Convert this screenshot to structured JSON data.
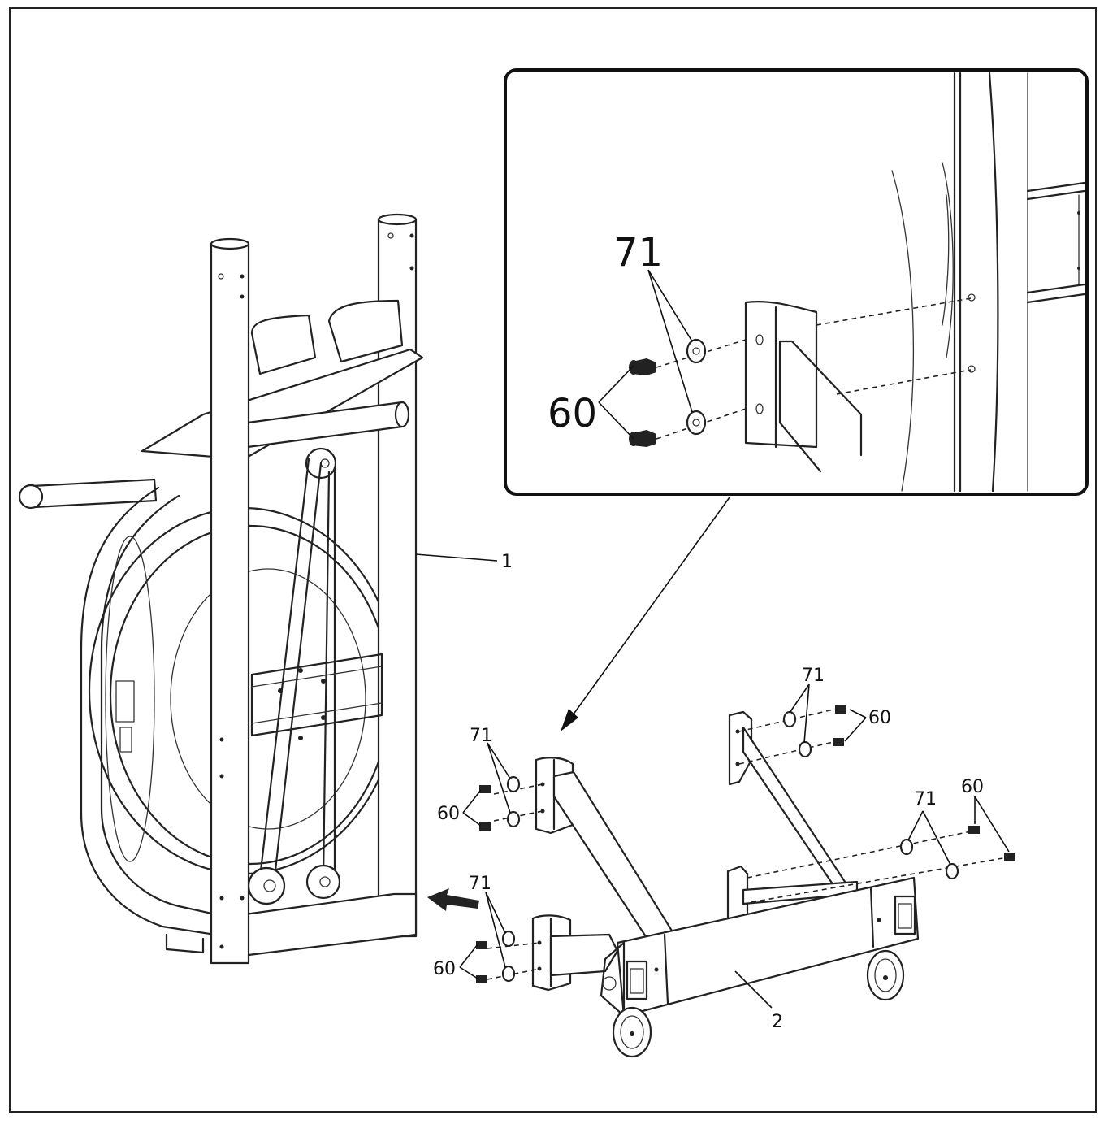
{
  "labels": {
    "frame_main": "1",
    "base_frame": "2",
    "washer": "71",
    "bolt": "60"
  },
  "colors": {
    "line": "#222222",
    "background": "#ffffff"
  }
}
